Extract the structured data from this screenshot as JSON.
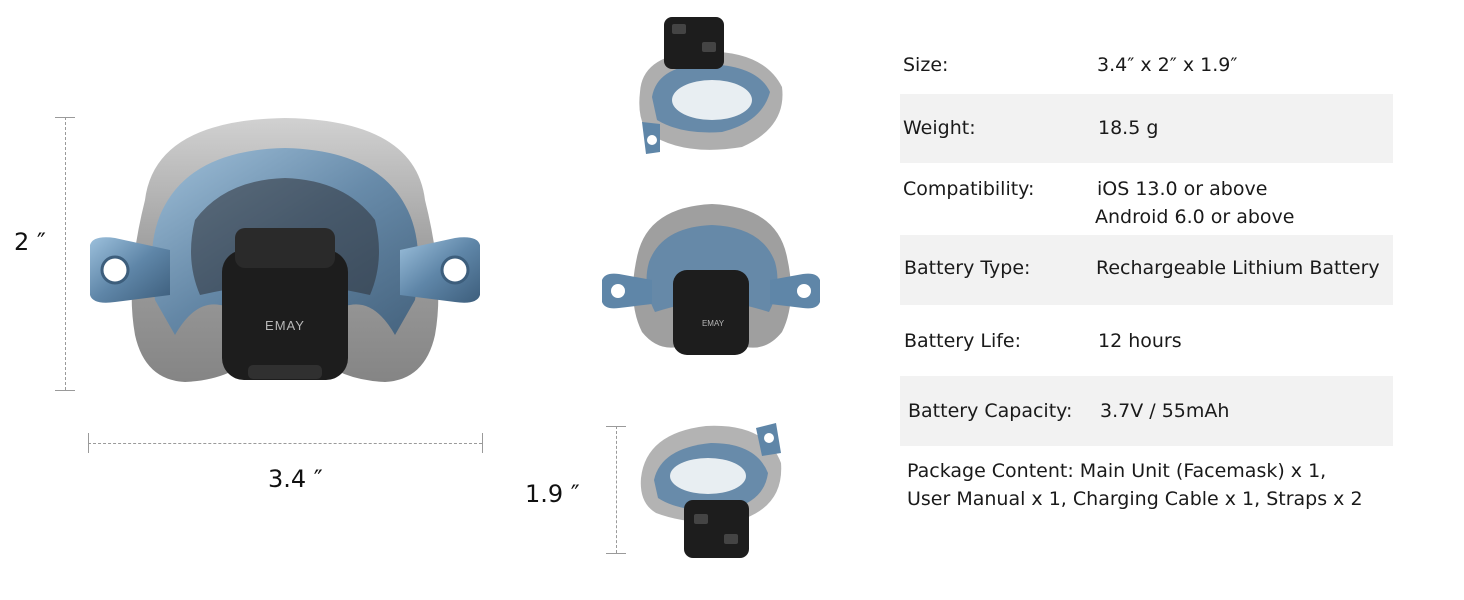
{
  "dimensions": {
    "height_label": "2 ″",
    "width_label": "3.4 ″",
    "depth_label": "1.9 ″"
  },
  "product": {
    "brand": "EMAY",
    "colors": {
      "shell": "#8e8e8e",
      "frame": "#5f86a8",
      "frame_dark": "#3d5e7c",
      "module": "#1d1d1d"
    }
  },
  "specs": {
    "size": {
      "label": "Size:",
      "value": "3.4″ x 2″ x 1.9″"
    },
    "weight": {
      "label": "Weight:",
      "value": "18.5 g"
    },
    "compatibility": {
      "label": "Compatibility:",
      "value_line1": "iOS 13.0 or above",
      "value_line2": "Android 6.0 or above"
    },
    "battery_type": {
      "label": "Battery Type:",
      "value": "Rechargeable Lithium Battery"
    },
    "battery_life": {
      "label": "Battery Life:",
      "value": "12 hours"
    },
    "battery_capacity": {
      "label": "Battery Capacity:",
      "value": "3.7V / 55mAh"
    },
    "package_content": {
      "line1": "Package Content:   Main Unit (Facemask) x 1,",
      "line2": "User Manual x 1, Charging Cable x 1,  Straps x 2"
    }
  }
}
